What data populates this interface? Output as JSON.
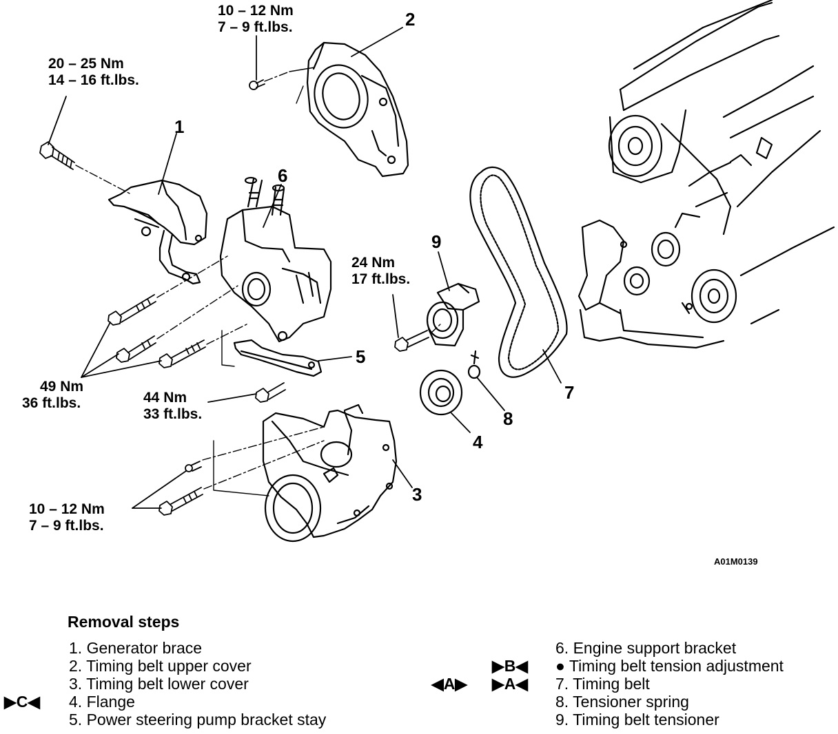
{
  "torque_labels": {
    "t1": {
      "nm": "10 – 12 Nm",
      "ft": "7 – 9 ft.lbs."
    },
    "t2": {
      "nm": "20 – 25 Nm",
      "ft": "14 – 16 ft.lbs."
    },
    "t3": {
      "nm": "24 Nm",
      "ft": "17 ft.lbs."
    },
    "t4": {
      "nm": "49 Nm",
      "ft": "36 ft.lbs."
    },
    "t5": {
      "nm": "44 Nm",
      "ft": "33 ft.lbs."
    },
    "t6": {
      "nm": "10 – 12 Nm",
      "ft": "7 – 9 ft.lbs."
    }
  },
  "callouts": [
    "1",
    "2",
    "3",
    "4",
    "5",
    "6",
    "7",
    "8",
    "9"
  ],
  "figure_code": "A01M0139",
  "legend": {
    "title": "Removal steps",
    "left_steps": [
      "1. Generator brace",
      "2. Timing belt upper cover",
      "3. Timing belt lower cover",
      "4. Flange",
      "5. Power steering pump bracket stay"
    ],
    "right_steps": [
      "6. Engine support bracket",
      "● Timing belt tension adjustment",
      "7. Timing belt",
      "8. Tensioner spring",
      "9. Timing belt tensioner"
    ],
    "markers": {
      "c": "▶C◀",
      "b": "▶B◀",
      "a_install": "◀A▶",
      "a_remove": "▶A◀"
    }
  }
}
